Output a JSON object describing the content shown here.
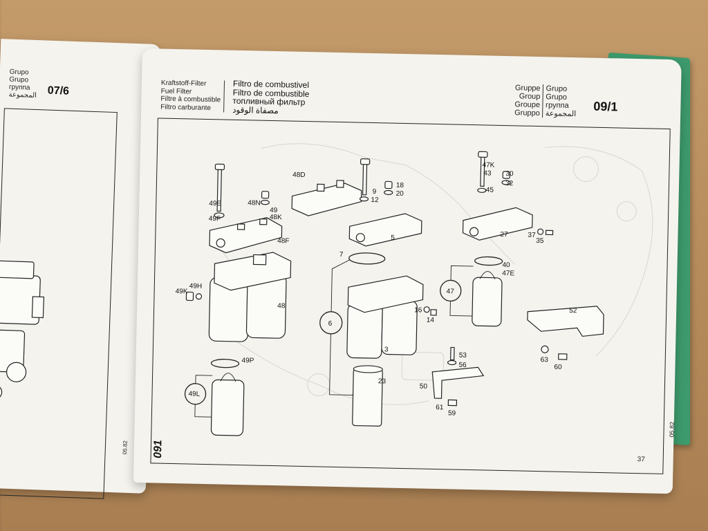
{
  "left_page": {
    "group_labels": [
      "Grupo",
      "Grupo",
      "группа",
      "المجموعة"
    ],
    "group_number": "07/6",
    "date": "05.82"
  },
  "right_page": {
    "titles_col1": [
      "Kraftstoff-Filter",
      "Fuel Filter",
      "Filtre à combustible",
      "Filtro carburante"
    ],
    "titles_col2": [
      "Filtro de combustivel",
      "Filtro de combustible",
      "топливный фильтр",
      "مصفاة الوقود"
    ],
    "group_labels_col1": [
      "Gruppe",
      "Group",
      "Groupe",
      "Gruppo"
    ],
    "group_labels_col2": [
      "Grupo",
      "Grupo",
      "группа",
      "المجموعة"
    ],
    "group_number": "09/1",
    "page_number": "37",
    "date": "05.82",
    "code": "091",
    "callouts": {
      "c48D": "48D",
      "c49E": "49E",
      "c48N": "48N",
      "c49": "49",
      "c48K": "48K",
      "c49F": "49F",
      "c48F": "48F",
      "c48": "48",
      "c49K": "49K",
      "c49H": "49H",
      "c49P": "49P",
      "c49L": "49L",
      "c9": "9",
      "c18": "18",
      "c20": "20",
      "c12": "12",
      "c5": "5",
      "c7": "7",
      "c6": "6",
      "c16": "16",
      "c14": "14",
      "c3": "3",
      "c23": "23",
      "c47K": "47K",
      "c43": "43",
      "c30": "30",
      "c32": "32",
      "c45": "45",
      "c27": "27",
      "c37": "37",
      "c35": "35",
      "c40": "40",
      "c47E": "47E",
      "c47": "47",
      "c52": "52",
      "c63": "63",
      "c60": "60",
      "c53": "53",
      "c56": "56",
      "c50": "50",
      "c61": "61",
      "c59": "59"
    }
  }
}
